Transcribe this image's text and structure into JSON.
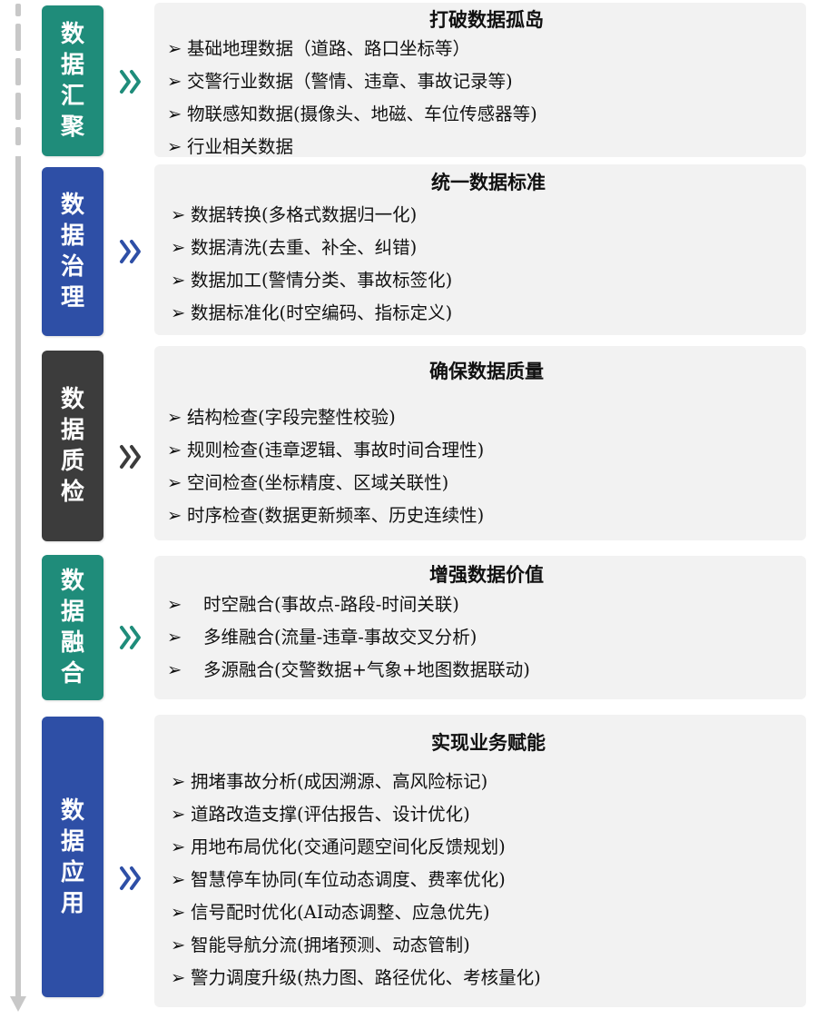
{
  "colors": {
    "teal": "#1f8c7a",
    "navy": "#2e4fa6",
    "charcoal": "#3c3c3c",
    "panel_bg": "#f2f2f2",
    "timeline": "#c8c8c8"
  },
  "bullet_marker": "➢",
  "stages": [
    {
      "label": "数据汇聚",
      "color": "teal",
      "title": "打破数据孤岛",
      "items": [
        "基础地理数据（道路、路口坐标等）",
        "交警行业数据（警情、违章、事故记录等)",
        "物联感知数据(摄像头、地磁、车位传感器等)",
        "行业相关数据"
      ]
    },
    {
      "label": "数据治理",
      "color": "navy",
      "title": "统一数据标准",
      "items": [
        "数据转换(多格式数据归一化)",
        "数据清洗(去重、补全、纠错)",
        "数据加工(警情分类、事故标签化)",
        "数据标准化(时空编码、指标定义)"
      ]
    },
    {
      "label": "数据质检",
      "color": "charcoal",
      "title": "确保数据质量",
      "items": [
        "结构检查(字段完整性校验)",
        "规则检查(违章逻辑、事故时间合理性)",
        "空间检查(坐标精度、区域关联性)",
        "时序检查(数据更新频率、历史连续性)"
      ]
    },
    {
      "label": "数据融合",
      "color": "teal",
      "title": "增强数据价值",
      "items": [
        "时空融合(事故点-路段-时间关联)",
        "多维融合(流量-违章-事故交叉分析)",
        "多源融合(交警数据+气象+地图数据联动)"
      ]
    },
    {
      "label": "数据应用",
      "color": "navy",
      "title": "实现业务赋能",
      "items": [
        "拥堵事故分析(成因溯源、高风险标记)",
        "道路改造支撑(评估报告、设计优化)",
        "用地布局优化(交通问题空间化反馈规划)",
        "智慧停车协同(车位动态调度、费率优化)",
        "信号配时优化(AI动态调整、应急优先)",
        "智能导航分流(拥堵预测、动态管制)",
        "警力调度升级(热力图、路径优化、考核量化)"
      ]
    }
  ]
}
